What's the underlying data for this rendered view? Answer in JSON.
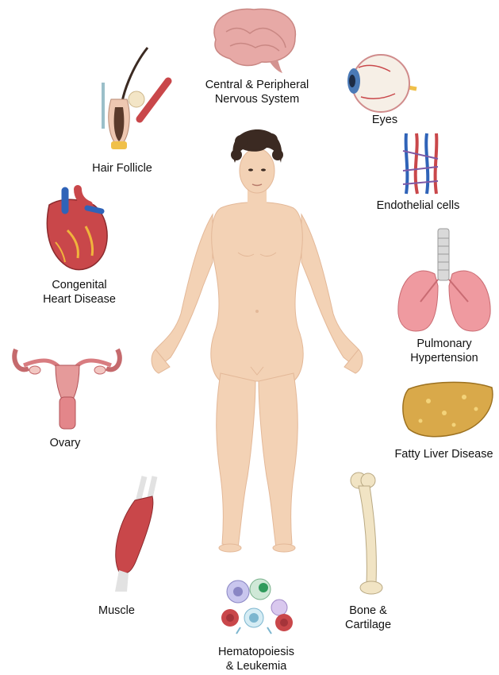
{
  "labels": {
    "nervous_system": "Central & Peripheral\nNervous System",
    "eyes": "Eyes",
    "hair_follicle": "Hair Follicle",
    "endothelial": "Endothelial cells",
    "heart": "Congenital\nHeart Disease",
    "pulmonary": "Pulmonary\nHypertension",
    "ovary": "Ovary",
    "liver": "Fatty Liver Disease",
    "muscle": "Muscle",
    "bone": "Bone &\nCartilage",
    "hematopoiesis": "Hematopoiesis\n& Leukemia"
  },
  "icons": [
    "brain-icon",
    "eye-icon",
    "hair-follicle-icon",
    "endothelial-vessels-icon",
    "heart-icon",
    "lungs-icon",
    "uterus-ovary-icon",
    "liver-icon",
    "muscle-icon",
    "bone-icon",
    "blood-cells-icon",
    "human-body-figure"
  ],
  "colors": {
    "skin": "#f3d2b5",
    "skin_shade": "#e3b898",
    "hair": "#3b2a22",
    "organ_red": "#c9474a",
    "vessel_blue": "#2f63b8",
    "brain_pink": "#e7a9a6",
    "liver_gold": "#d9a94a",
    "bone_cream": "#f1e4c4"
  }
}
